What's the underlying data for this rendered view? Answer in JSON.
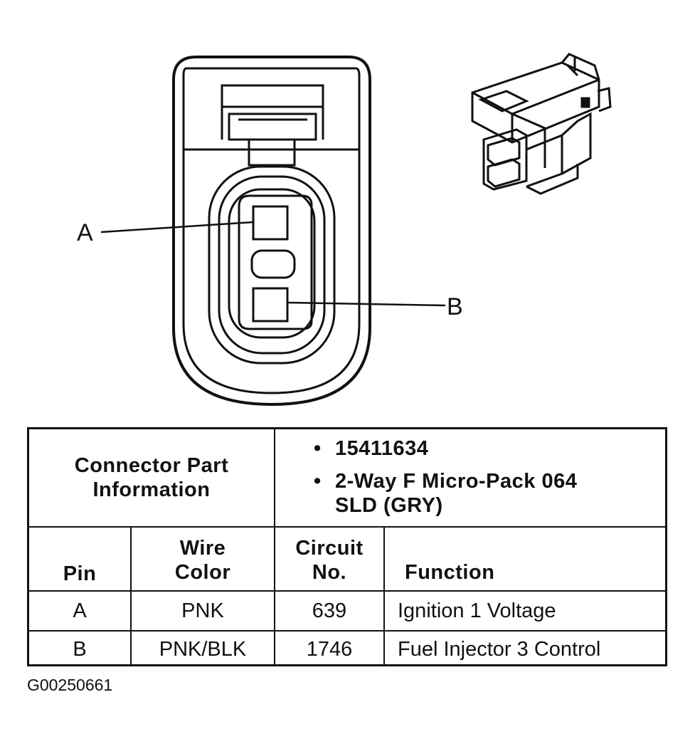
{
  "diagram": {
    "pin_labels": {
      "a": "A",
      "b": "B"
    }
  },
  "table": {
    "part_info_label": "Connector Part Information",
    "part_info_label_lines": [
      "Connector Part",
      "Information"
    ],
    "part_info_items": [
      {
        "lines": [
          "15411634"
        ]
      },
      {
        "lines": [
          "2-Way F Micro-Pack 064",
          "SLD (GRY)"
        ]
      }
    ],
    "headers": {
      "pin": "Pin",
      "wire_color": [
        "Wire",
        "Color"
      ],
      "circuit_no": [
        "Circuit",
        "No."
      ],
      "function": "Function"
    },
    "rows": [
      {
        "pin": "A",
        "wire_color": "PNK",
        "circuit_no": "639",
        "function": "Ignition 1 Voltage"
      },
      {
        "pin": "B",
        "wire_color": "PNK/BLK",
        "circuit_no": "1746",
        "function": "Fuel Injector 3 Control"
      }
    ]
  },
  "caption": "G00250661"
}
